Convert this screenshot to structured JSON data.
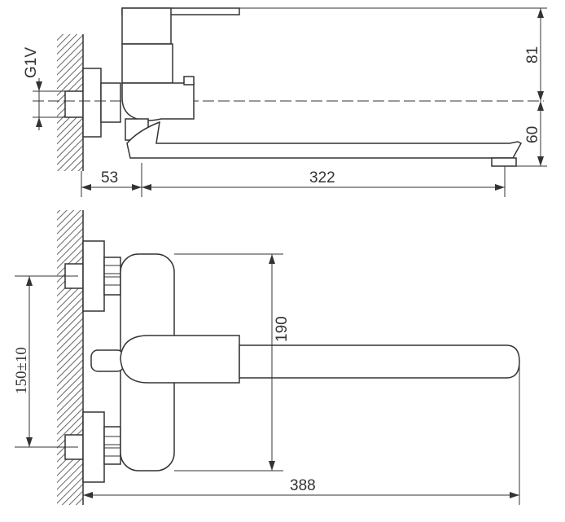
{
  "dimensions": {
    "thread": "G1V",
    "handle_height": "81",
    "spout_drop": "60",
    "wall_offset": "53",
    "spout_length": "322",
    "body_height": "190",
    "inlet_spacing": "150±10",
    "total_length": "388"
  }
}
